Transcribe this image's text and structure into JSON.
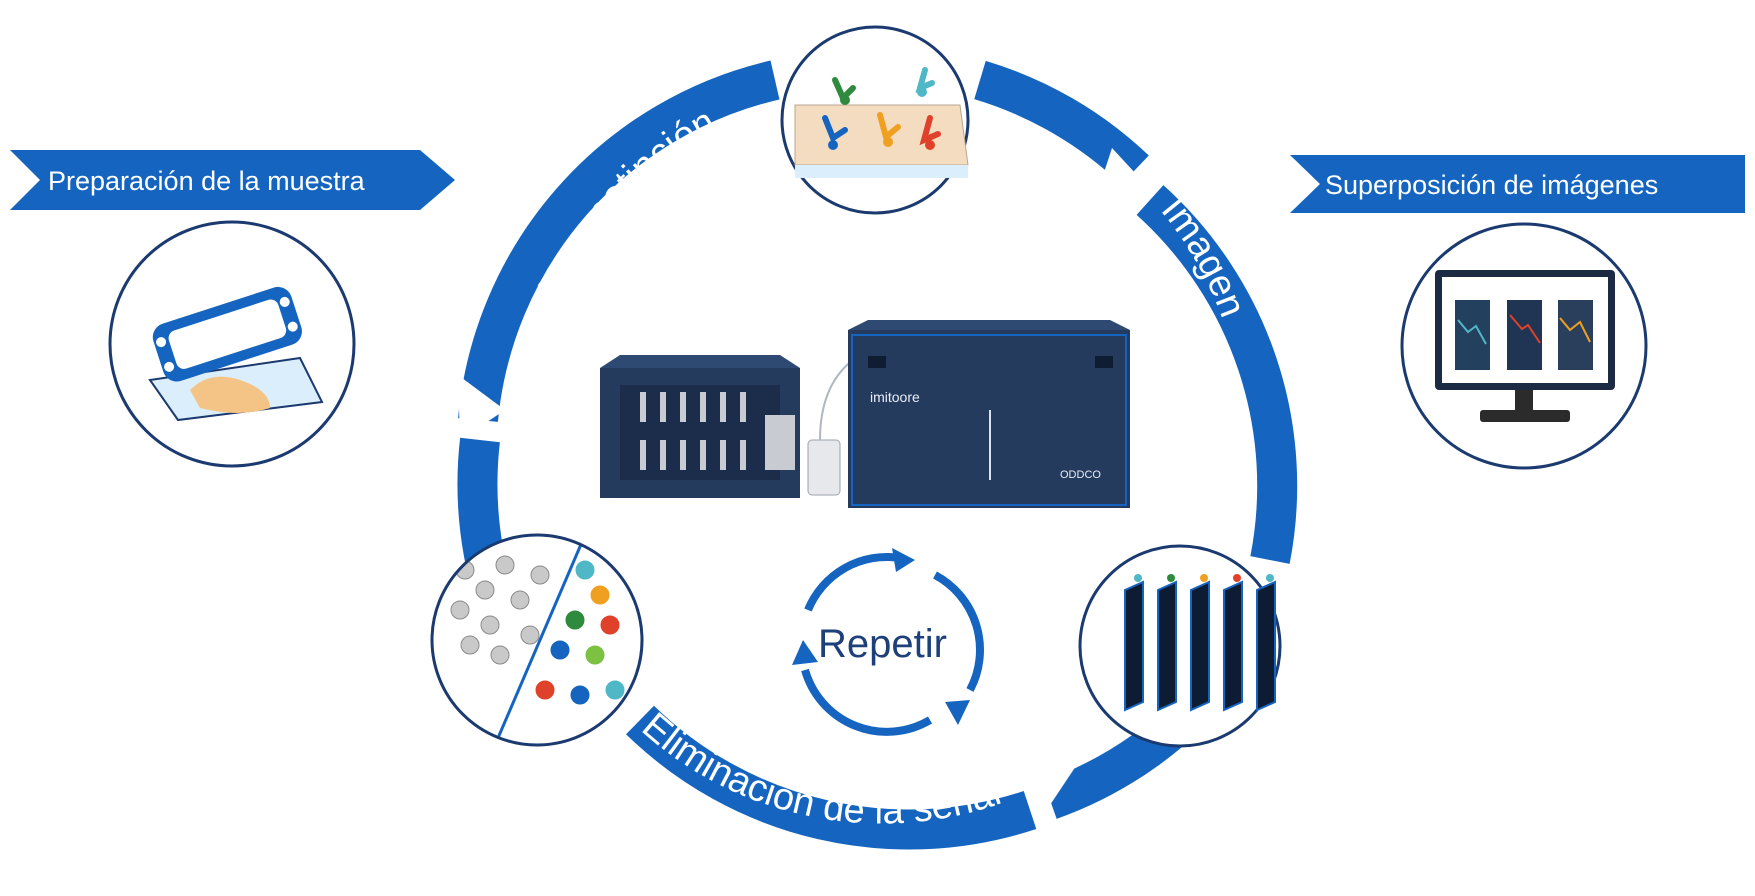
{
  "banners": {
    "left": "Preparación de la muestra",
    "right": "Superposición de imágenes"
  },
  "cycle": {
    "top_left": "Inmunotinción",
    "right": "Imagen",
    "bottom": "Eliminación de la señal"
  },
  "center": {
    "repeat": "Repetir",
    "brand": "imitoore",
    "logo": "ODDCO"
  },
  "colors": {
    "primary_blue": "#1565c0",
    "dark_navy": "#1d3f7a",
    "circle_border": "#1b3a70"
  },
  "icons": [
    "slide-preparation-icon",
    "antibody-staining-icon",
    "monitor-overlay-icon",
    "image-stack-icon",
    "cell-segmentation-icon",
    "instrument-icon",
    "repeat-cycle-icon"
  ]
}
